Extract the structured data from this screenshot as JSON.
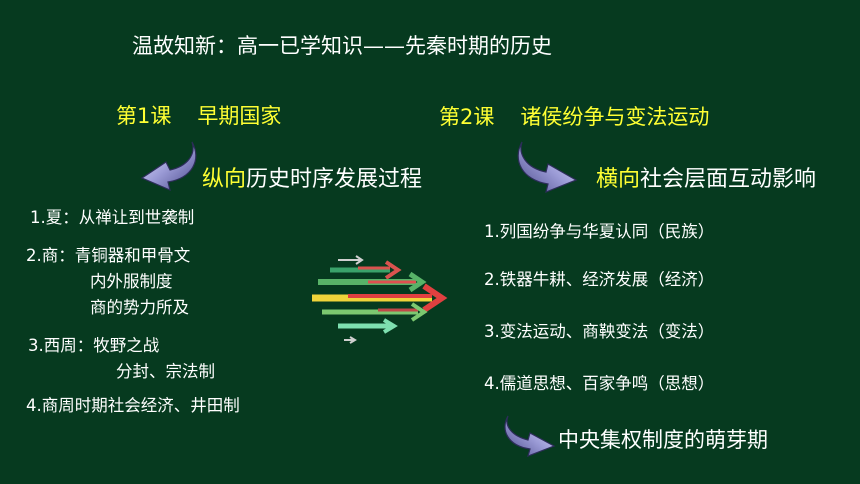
{
  "title": "温故知新：高一已学知识——先秦时期的历史",
  "lesson1": {
    "num": "第1课",
    "name": "早期国家"
  },
  "lesson2": {
    "num": "第2课",
    "name": "诸侯纷争与变法运动"
  },
  "left_heading": {
    "highlight": "纵向",
    "rest": "历史时序发展过程"
  },
  "right_heading": {
    "highlight": "横向",
    "rest": "社会层面互动影响"
  },
  "left_items": [
    {
      "text": "1.夏：从禅让到世袭制"
    },
    {
      "text": "2.商：青铜器和甲骨文",
      "sub": [
        "内外服制度",
        "商的势力所及"
      ]
    },
    {
      "text": "3.西周：牧野之战",
      "sub": [
        "分封、宗法制"
      ]
    },
    {
      "text": "4.商周时期社会经济、井田制"
    }
  ],
  "right_items": [
    "1.列国纷争与华夏认同（民族）",
    "2.铁器牛耕、经济发展（经济）",
    "3.变法运动、商鞅变法（变法）",
    "4.儒道思想、百家争鸣（思想）"
  ],
  "conclusion": "中央集权制度的萌芽期",
  "colors": {
    "background": "#063a1f",
    "highlight": "#ffff33",
    "text": "#ffffff",
    "curl_arrow": "#9b9bd6"
  },
  "icons": [
    "curved-arrow-icon",
    "multi-arrow-icon"
  ]
}
